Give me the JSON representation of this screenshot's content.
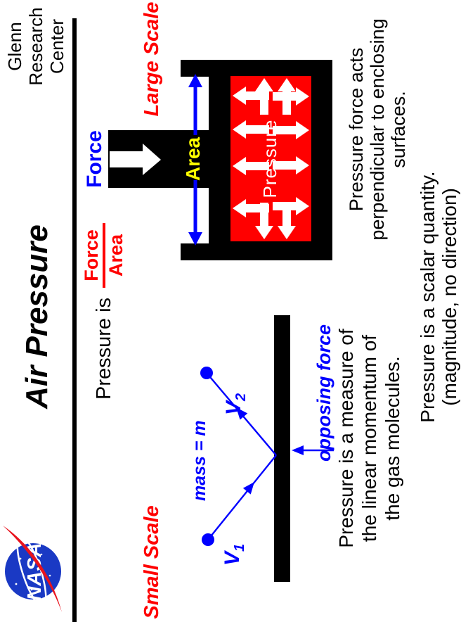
{
  "header": {
    "agency_lines": [
      "Glenn",
      "Research",
      "Center"
    ],
    "logo_text": "NASA",
    "title": "Air Pressure"
  },
  "equation": {
    "prefix": "Pressure is",
    "numerator": "Force",
    "denominator": "Area"
  },
  "large_scale": {
    "heading": "Large Scale",
    "force_label": "Force",
    "area_label": "Area",
    "pressure_label": "Pressure",
    "caption_lines": [
      "Pressure force acts",
      "perpendicular to enclosing",
      "surfaces."
    ]
  },
  "small_scale": {
    "heading": "Small Scale",
    "mass_label": "mass = m",
    "v_base": "V",
    "v1_sub": "1",
    "v2_sub": "2",
    "opposing_label": "opposing force",
    "caption_lines": [
      "Pressure is a measure of",
      "the linear momentum of",
      "the gas molecules."
    ]
  },
  "footer_lines": [
    "Pressure is a scalar quantity.",
    "(magnitude, no direction)"
  ],
  "colors": {
    "red": "#ff0000",
    "blue": "#0000ff",
    "yellow": "#ffff00",
    "black": "#000000",
    "white": "#ffffff",
    "nasa_logo_blue": "#1a39c4",
    "nasa_logo_red": "#e8131d"
  }
}
